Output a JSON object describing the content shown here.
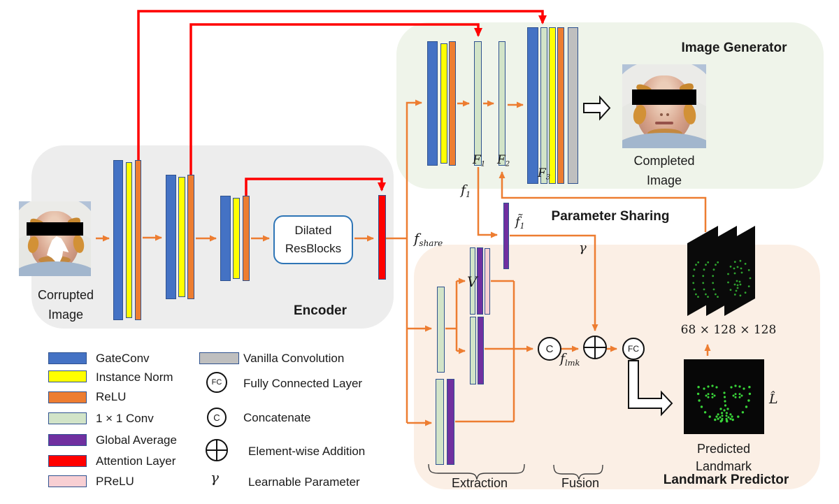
{
  "colors": {
    "bar_blue": "#4472C4",
    "bar_yellow": "#FFFF00",
    "bar_orange": "#ED7D31",
    "bar_light_green": "#D2E4C8",
    "bar_purple": "#7030A0",
    "bar_red": "#FF0000",
    "bar_pink": "#F8CFD3",
    "bar_gray": "#BFBFBF",
    "bar_border": "#2F528F",
    "connector_orange": "#ED7D31",
    "connector_red": "#FF0000",
    "encoder_bg": "#EDEDED",
    "generator_bg": "#EFF4EA",
    "predictor_bg": "#FBEFE5",
    "landmark_green": "#39D439"
  },
  "encoder": {
    "title": "Encoder",
    "input_caption": {
      "line1": "Corrupted",
      "line2": "Image"
    },
    "resblocks": {
      "line1": "Dilated",
      "line2": "ResBlocks"
    }
  },
  "generator": {
    "title": "Image Generator",
    "output_caption": {
      "line1": "Completed",
      "line2": "Image"
    },
    "f1_cap": {
      "base": "F",
      "sub": "1"
    },
    "f2_cap": {
      "base": "F",
      "sub": "2"
    },
    "f3_cap": {
      "base": "F",
      "sub": "3"
    }
  },
  "sharing": {
    "title": "Parameter Sharing",
    "f_share": {
      "base": "f",
      "sub": "share"
    },
    "f1": {
      "base": "f",
      "sub": "1"
    },
    "f1_tilde": {
      "base": "f̃",
      "sub": "1"
    },
    "gamma": "γ"
  },
  "predictor": {
    "title": "Landmark Predictor",
    "v_label": "V",
    "f_lmk": {
      "base": "f",
      "sub": "lmk"
    },
    "concat_symbol": "C",
    "fc_symbol": "FC",
    "stack_caption": "68 × 128 × 128",
    "l_hat": "L̂",
    "output_caption": {
      "line1": "Predicted",
      "line2": "Landmark"
    },
    "extraction_label": "Extraction",
    "fusion_label": "Fusion"
  },
  "legend": {
    "left": [
      {
        "label": "GateConv",
        "color": "#4472C4"
      },
      {
        "label": "Instance Norm",
        "color": "#FFFF00"
      },
      {
        "label": "ReLU",
        "color": "#ED7D31"
      },
      {
        "label": "1 × 1 Conv",
        "color": "#D2E4C8"
      },
      {
        "label": "Global Average",
        "color": "#7030A0"
      },
      {
        "label": "Attention Layer",
        "color": "#FF0000"
      },
      {
        "label": "PReLU",
        "color": "#F8CFD3"
      }
    ],
    "right": [
      {
        "label": "Vanilla Convolution",
        "symbol": "gray-swatch"
      },
      {
        "label": "Fully Connected Layer",
        "symbol": "FC"
      },
      {
        "label": "Concatenate",
        "symbol": "C"
      },
      {
        "label": "Element-wise Addition",
        "symbol": "⊕"
      },
      {
        "label": "Learnable Parameter",
        "symbol": "γ"
      }
    ]
  }
}
